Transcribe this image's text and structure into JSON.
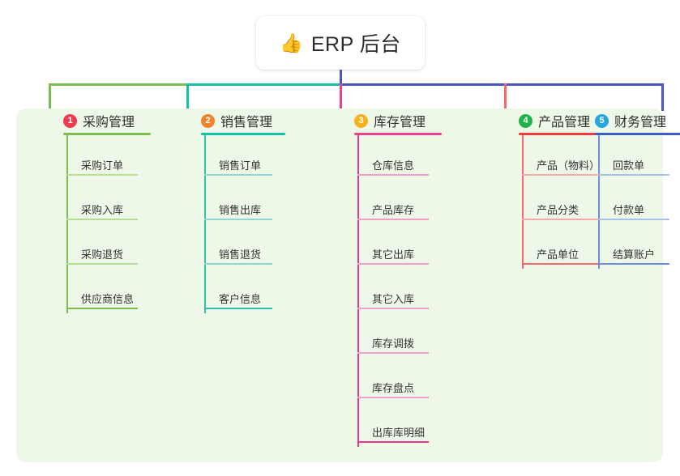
{
  "root": {
    "emoji": "👍",
    "emoji_name": "thumbs-up-icon",
    "title": "ERP 后台"
  },
  "theme": {
    "panel_bg": "#eef8e9",
    "page_bg": "#ffffff",
    "bus_left": "#7cbd4e",
    "bus_mid": "#13c2a3",
    "bus_right": "#4c56c0"
  },
  "columns": [
    {
      "number": "1",
      "title": "采购管理",
      "badge_color": "#ef3b4f",
      "trunk_color": "#7cbd4e",
      "rule_color": "#b6dd96",
      "head_rule_color": "#7cbd4e",
      "items": [
        "采购订单",
        "采购入库",
        "采购退货",
        "供应商信息"
      ]
    },
    {
      "number": "2",
      "title": "销售管理",
      "badge_color": "#f2822c",
      "trunk_color": "#2fc0ac",
      "rule_color": "#8ed8cd",
      "head_rule_color": "#13c2a3",
      "items": [
        "销售订单",
        "销售出库",
        "销售退货",
        "客户信息"
      ]
    },
    {
      "number": "3",
      "title": "库存管理",
      "badge_color": "#f5b21c",
      "trunk_color": "#e8398c",
      "rule_color": "#f3a0c6",
      "head_rule_color": "#ed3f8e",
      "items": [
        "仓库信息",
        "产品库存",
        "其它出库",
        "其它入库",
        "库存调拨",
        "库存盘点",
        "出库库明细"
      ]
    },
    {
      "number": "4",
      "title": "产品管理",
      "badge_color": "#21b24b",
      "trunk_color": "#f4696b",
      "rule_color": "#f9a9aa",
      "head_rule_color": "#f4393c",
      "items": [
        "产品（物料）",
        "产品分类",
        "产品单位"
      ]
    },
    {
      "number": "5",
      "title": "财务管理",
      "badge_color": "#26a5e0",
      "trunk_color": "#6f8fd8",
      "rule_color": "#a9c0e8",
      "head_rule_color": "#3a5fc0",
      "items": [
        "回款单",
        "付款单",
        "结算账户"
      ]
    }
  ],
  "layout": {
    "col_left": [
      40,
      210,
      399,
      602,
      696
    ],
    "head_rule_width": [
      108,
      104,
      108,
      118,
      122
    ],
    "leaf_rule_width": [
      88,
      84,
      88,
      100,
      88
    ]
  }
}
